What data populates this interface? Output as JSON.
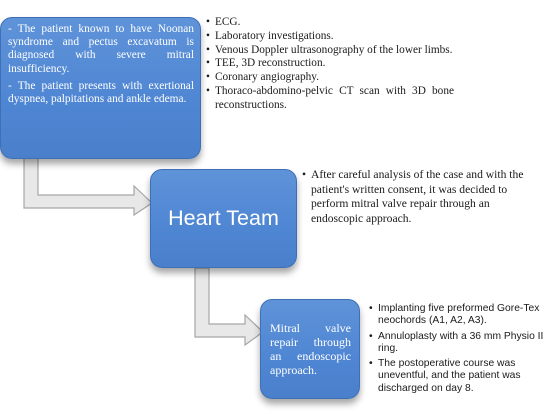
{
  "patient_box": {
    "paragraphs": [
      "- The patient known to have Noonan syndrome and pectus excavatum is diagnosed with severe mitral insufficiency.",
      "- The patient presents with exertional dyspnea, palpitations and ankle edema."
    ]
  },
  "investigations": {
    "bullet": "•",
    "items": [
      "ECG.",
      "Laboratory investigations.",
      "Venous Doppler ultrasonography of the lower limbs.",
      "TEE, 3D reconstruction.",
      "Coronary angiography.",
      "Thoraco-abdomino-pelvic CT scan with 3D bone reconstructions."
    ]
  },
  "team_box": {
    "title": "Heart Team"
  },
  "team_decision": {
    "bullet": "•",
    "items": [
      "After careful analysis of the case and with the patient's written consent, it was decided to perform mitral valve repair through an endoscopic approach."
    ]
  },
  "repair_box": {
    "text": "Mitral valve repair through an endoscopic approach."
  },
  "outcome": {
    "bullet": "•",
    "items": [
      "Implanting five preformed Gore-Tex neochords (A1, A2, A3).",
      "Annuloplasty with a 36 mm Physio II ring.",
      "The postoperative course was uneventful, and the patient was discharged on day 8."
    ]
  },
  "colors": {
    "box_fill": "#4f86d3",
    "box_border": "#3f70b5",
    "arrow_fill": "#e8e8e8",
    "arrow_stroke": "#a6a6a6"
  }
}
